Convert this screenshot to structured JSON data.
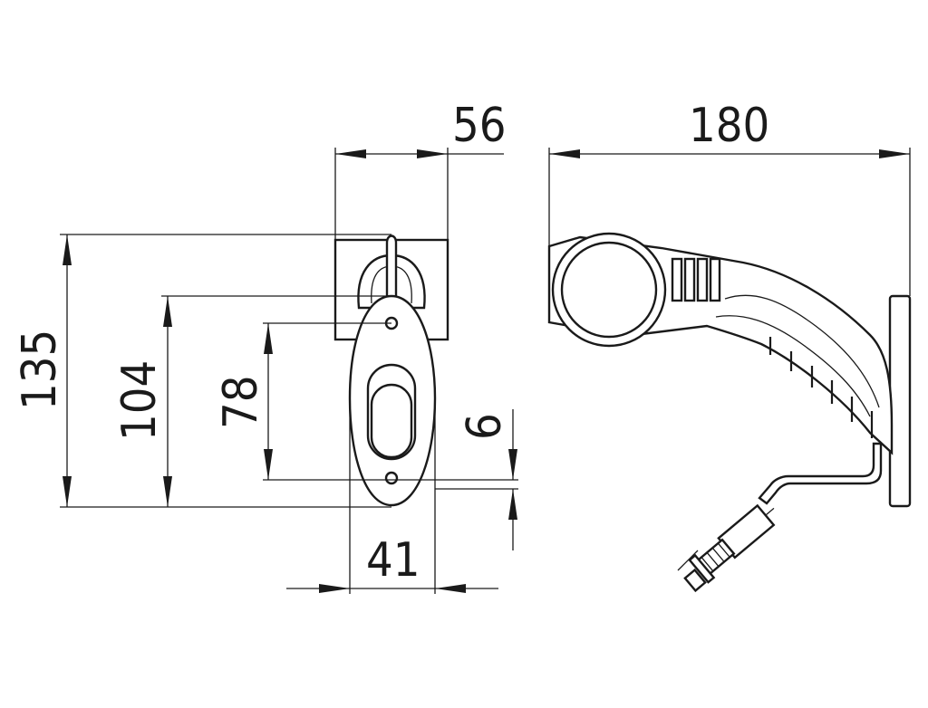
{
  "dimensions": {
    "width_side": "56",
    "length": "180",
    "height_total": "135",
    "height_mid": "104",
    "hole_spacing": "78",
    "offset": "6",
    "width_front": "41"
  }
}
